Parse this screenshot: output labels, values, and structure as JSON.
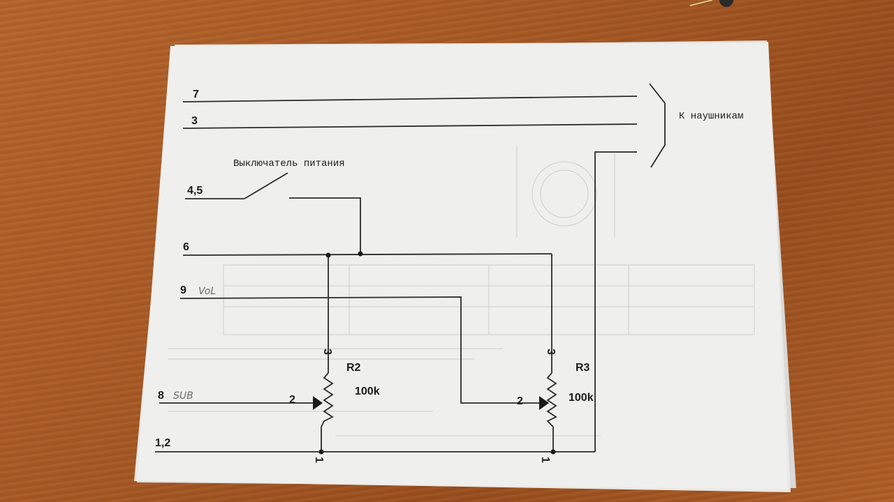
{
  "schematic": {
    "lines": {
      "l7": "7",
      "l3": "3",
      "l45": "4,5",
      "l6": "6",
      "l9": "9",
      "l8": "8",
      "l12": "1,2"
    },
    "handwritten": {
      "vol": "VoL",
      "sub": "SUB"
    },
    "switch_label": "Выключатель питания",
    "headphones_label": "К наушникам",
    "resistors": [
      {
        "name": "R2",
        "value": "100k",
        "pin_top": "3",
        "pin_wiper": "2",
        "pin_bottom": "1"
      },
      {
        "name": "R3",
        "value": "100k",
        "pin_top": "3",
        "pin_wiper": "2",
        "pin_bottom": "1"
      }
    ]
  }
}
